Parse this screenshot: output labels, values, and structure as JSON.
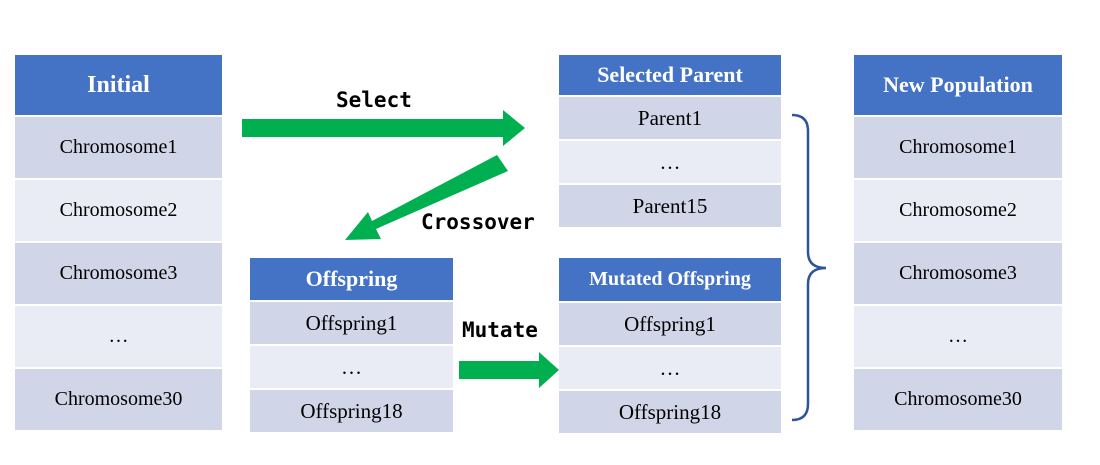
{
  "tables": {
    "initial": {
      "header": "Initial",
      "rows": [
        "Chromosome1",
        "Chromosome2",
        "Chromosome3",
        "…",
        "Chromosome30"
      ]
    },
    "selected_parent": {
      "header": "Selected Parent",
      "rows": [
        "Parent1",
        "…",
        "Parent15"
      ]
    },
    "offspring": {
      "header": "Offspring",
      "rows": [
        "Offspring1",
        "…",
        "Offspring18"
      ]
    },
    "mutated_offspring": {
      "header": "Mutated Offspring",
      "rows": [
        "Offspring1",
        "…",
        "Offspring18"
      ]
    },
    "new_population": {
      "header": "New Population",
      "rows": [
        "Chromosome1",
        "Chromosome2",
        "Chromosome3",
        "…",
        "Chromosome30"
      ]
    }
  },
  "operations": {
    "select": "Select",
    "crossover": "Crossover",
    "mutate": "Mutate"
  },
  "colors": {
    "header": "#4472c4",
    "row_dark": "#d0d6e8",
    "row_light": "#e9ebf5",
    "arrow": "#00b050",
    "brace": "#2e5597"
  },
  "icons": [
    "select-arrow-icon",
    "crossover-arrow-icon",
    "mutate-arrow-icon",
    "merge-brace-icon"
  ]
}
